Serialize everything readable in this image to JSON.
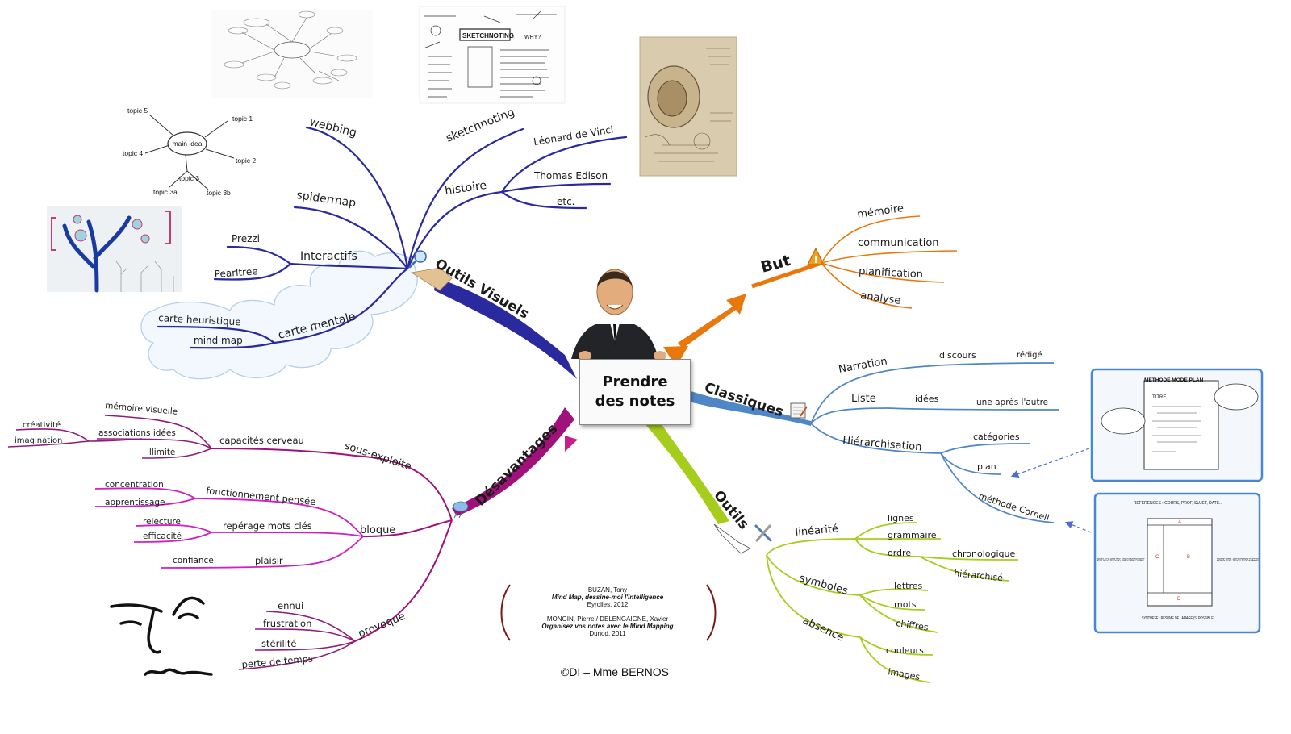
{
  "center": {
    "line1": "Prendre",
    "line2": "des notes"
  },
  "branches": {
    "visuels": {
      "label": "Outils Visuels",
      "color": "#2a2a9e"
    },
    "but": {
      "label": "But",
      "color": "#e8780c"
    },
    "classiques": {
      "label": "Classiques",
      "color": "#4f86c6"
    },
    "outils": {
      "label": "Outils",
      "color": "#a6cc1c"
    },
    "desavantages": {
      "label": "Désavantages",
      "color": "#a0127a"
    }
  },
  "visuels": {
    "webbing": "webbing",
    "spidermap": "spidermap",
    "interactifs": "Interactifs",
    "prezzi": "Prezzi",
    "pearltree": "Pearltree",
    "carte_mentale": "carte mentale",
    "carte_heuristique": "carte heuristique",
    "mind_map": "mind map",
    "sketchnoting": "sketchnoting",
    "histoire": "histoire",
    "leonard": "Léonard de Vinci",
    "edison": "Thomas Edison",
    "etc": "etc."
  },
  "spider": {
    "main": "main idea",
    "t1": "topic 1",
    "t2": "topic 2",
    "t3": "topic 3",
    "t4": "topic 4",
    "t5": "topic 5",
    "t3a": "topic 3a",
    "t3b": "topic 3b"
  },
  "sketch": {
    "title": "SKETCHNOTING",
    "why": "WHY?"
  },
  "but": {
    "memoire": "mémoire",
    "communication": "communication",
    "planification": "planification",
    "analyse": "analyse"
  },
  "classiques": {
    "narration": "Narration",
    "discours": "discours",
    "redige": "rédigé",
    "liste": "Liste",
    "idees": "idées",
    "une_apres": "une après l'autre",
    "hierarchisation": "Hiérarchisation",
    "categories": "catégories",
    "plan": "plan",
    "cornell": "méthode Cornell"
  },
  "plan_image": {
    "title": "METHODE MODE PLAN",
    "titre": "TITRE"
  },
  "cornell_image": {
    "top": "REFERENCES : COURS, PROF, SUJET, DATE...",
    "left": "POINTS-CLES : MOTS-CLES, SIGNES D'AVERTISSEMENT...",
    "right": "PRISE DE NOTES : NOTES CONCISES ET AEREES",
    "bottom": "SYNTHESE : RESUME DE LA PAGE (SI POSSIBLE)",
    "a": "A",
    "b": "B",
    "c": "C",
    "d": "D"
  },
  "outils": {
    "linearite": "linéarité",
    "lignes": "lignes",
    "grammaire": "grammaire",
    "ordre": "ordre",
    "chronologique": "chronologique",
    "hierarchise": "hiérarchisé",
    "symboles": "symboles",
    "lettres": "lettres",
    "mots": "mots",
    "chiffres": "chiffres",
    "absence": "absence",
    "couleurs": "couleurs",
    "images": "images"
  },
  "desavantages": {
    "sous_exploite": "sous-exploite",
    "capacites": "capacités cerveau",
    "memoire_visuelle": "mémoire visuelle",
    "associations": "associations idées",
    "illimite": "illimité",
    "creativite": "créativité",
    "imagination": "imagination",
    "bloque": "bloque",
    "fonctionnement": "fonctionnement pensée",
    "concentration": "concentration",
    "apprentissage": "apprentissage",
    "reperage": "repérage mots clés",
    "relecture": "relecture",
    "efficacite": "efficacité",
    "plaisir": "plaisir",
    "confiance": "confiance",
    "provoque": "provoque",
    "ennui": "ennui",
    "frustration": "frustration",
    "sterilite": "stérilité",
    "perte_temps": "perte de temps"
  },
  "references": {
    "a1": "BUZAN, Tony",
    "a2": "Mind Map, dessine-moi l'intelligence",
    "a3": "Eyrolles, 2012",
    "b1": "MONGIN, Pierre / DELENGAIGNE, Xavier",
    "b2": "Organisez vos notes avec le Mind Mapping",
    "b3": "Dunod, 2011"
  },
  "credit": "©DI – Mme BERNOS"
}
